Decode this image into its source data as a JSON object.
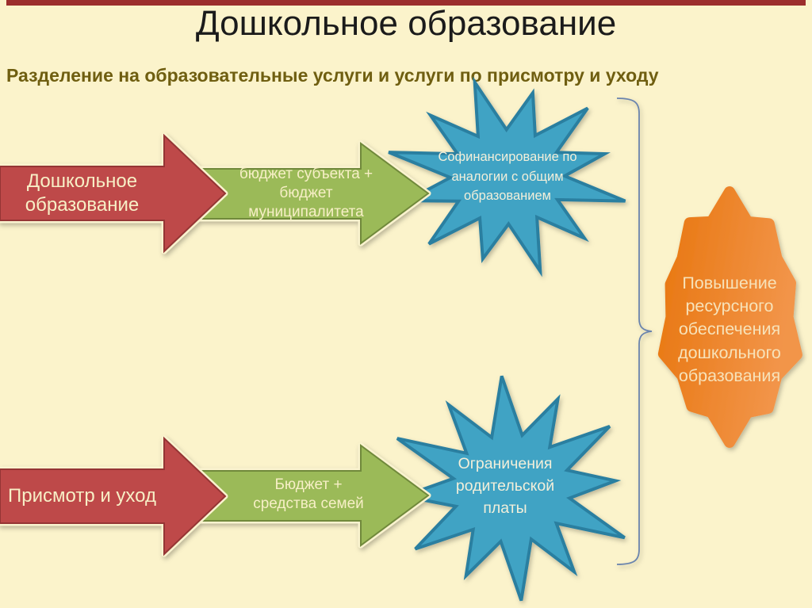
{
  "slide": {
    "title": "Дошкольное образование",
    "subtitle": "Разделение на образовательные услуги и услуги по присмотру и уходу"
  },
  "flows": [
    {
      "source": "Дошкольное образование",
      "funding": "бюджет субъекта + бюджет муниципалитета",
      "result": "Софинансирование по аналогии с общим образованием"
    },
    {
      "source": "Присмотр и уход",
      "funding": "Бюджет + средства семей",
      "result": "Ограничения родительской платы"
    }
  ],
  "outcome": "Повышение ресурсного обеспечения дошкольного образования",
  "colors": {
    "background": "#FBF3CB",
    "top_strip": "#9C2E2D",
    "title_text": "#1B1B1B",
    "subtitle_text": "#6F5E10",
    "red_arrow": "#BE4A4A",
    "red_arrow_border": "#953634",
    "green_arrow": "#9BBA58",
    "green_arrow_border": "#70893B",
    "blue_star": "#41A3C4",
    "blue_star_border": "#2C7FA0",
    "orange_shape": "#E8760F",
    "orange_shape_light": "#F2954A",
    "brace": "#6B84AD",
    "halo": "#FAF3CF",
    "arrow_text": "#F7EFC6",
    "star_text": "#F2EFDA",
    "orange_text": "#F7E2B9"
  }
}
